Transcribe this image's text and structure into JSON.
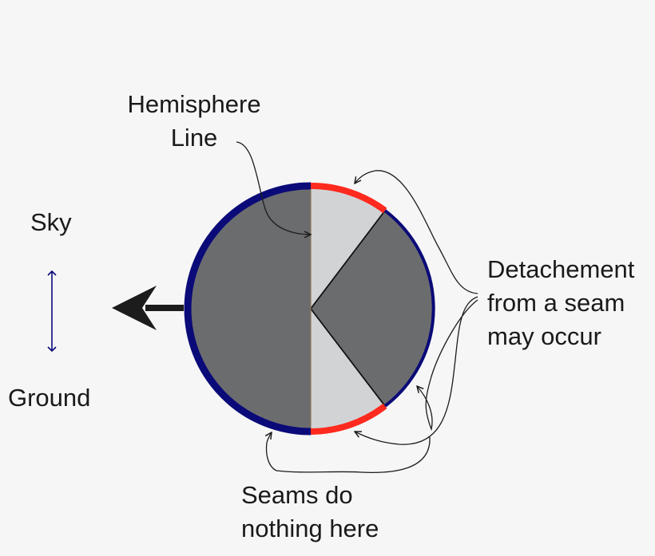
{
  "labels": {
    "hemisphere_line": [
      "Hemisphere",
      "Line"
    ],
    "sky": "Sky",
    "ground": "Ground",
    "detachment": [
      "Detachement",
      "from a seam",
      "may occur"
    ],
    "seams_nothing": [
      "Seams do",
      "nothing here"
    ]
  },
  "icons": {
    "motion": "left-arrow-icon",
    "vertical": "double-headed-arrow-icon"
  },
  "colors": {
    "background": "#f6f6f6",
    "ball_dark": "#6b6c6e",
    "ball_light": "#d2d3d5",
    "outline_blue": "#0a0a78",
    "seam_red": "#ff2a1e",
    "arrow": "#1c1c1c",
    "text": "#1a1a1a"
  }
}
